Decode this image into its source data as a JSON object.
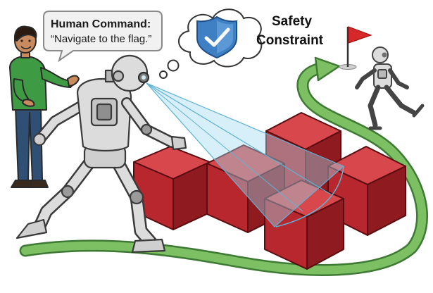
{
  "speech_bubble": {
    "title": "Human Command:",
    "text": "“Navigate to the flag.”"
  },
  "safety_label": {
    "line1": "Safety",
    "line2": "Constraint"
  },
  "icons": {
    "shield": "shield-check-icon",
    "flag": "goal-flag-icon"
  },
  "colors": {
    "path": "#6aa84f",
    "path_outline": "#3f7a34",
    "box_front": "#b8272d",
    "box_top": "#d8474b",
    "box_side": "#8f1a20",
    "shield": "#3f7fc4",
    "vision_cone": "#9fd8ef",
    "flag": "#d62828",
    "human_shirt": "#3f9a44"
  }
}
